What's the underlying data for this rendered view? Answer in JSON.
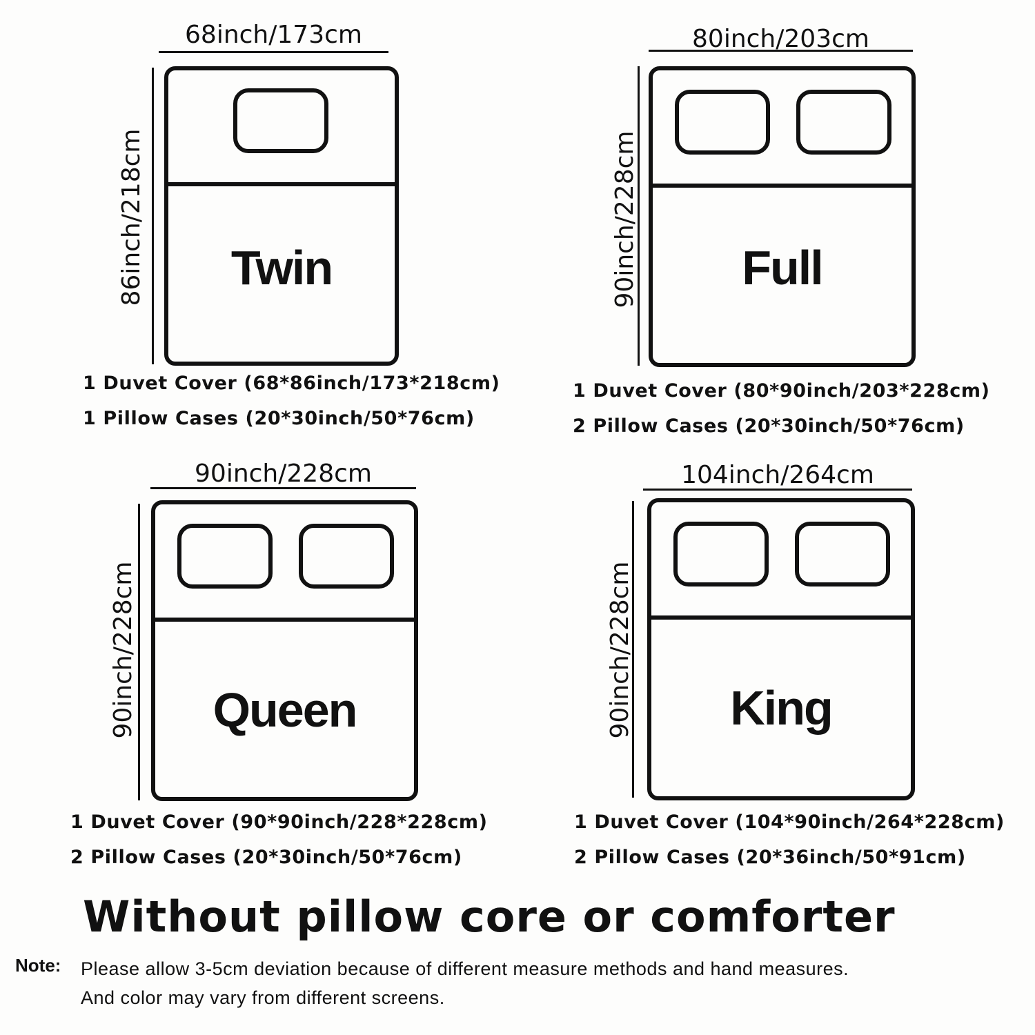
{
  "beds": [
    {
      "name": "Twin",
      "width_label": "68inch/173cm",
      "height_label": "86inch/218cm",
      "pillows": 1,
      "specs": [
        "1 Duvet Cover (68*86inch/173*218cm)",
        "1 Pillow Cases (20*30inch/50*76cm)"
      ]
    },
    {
      "name": "Full",
      "width_label": "80inch/203cm",
      "height_label": "90inch/228cm",
      "pillows": 2,
      "specs": [
        "1 Duvet Cover (80*90inch/203*228cm)",
        "2 Pillow Cases (20*30inch/50*76cm)"
      ]
    },
    {
      "name": "Queen",
      "width_label": "90inch/228cm",
      "height_label": "90inch/228cm",
      "pillows": 2,
      "specs": [
        "1 Duvet Cover (90*90inch/228*228cm)",
        "2 Pillow Cases (20*30inch/50*76cm)"
      ]
    },
    {
      "name": "King",
      "width_label": "104inch/264cm",
      "height_label": "90inch/228cm",
      "pillows": 2,
      "specs": [
        "1 Duvet Cover (104*90inch/264*228cm)",
        "2 Pillow Cases (20*36inch/50*91cm)"
      ]
    }
  ],
  "headline": "Without pillow core or comforter",
  "note": {
    "label": "Note:",
    "lines": [
      "Please allow 3-5cm deviation because of different measure methods and hand measures.",
      "And color may vary from different screens."
    ]
  }
}
